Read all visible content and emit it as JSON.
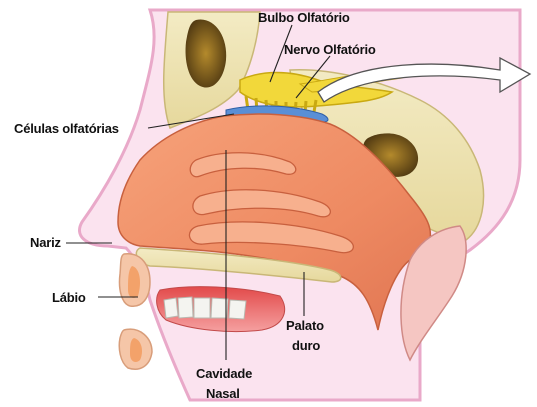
{
  "labels": {
    "bulbo": "Bulbo Olfatório",
    "nervo": "Nervo Olfatório",
    "celulas": "Células olfatórias",
    "nariz": "Nariz",
    "labio": "Lábio",
    "palato_line1": "Palato",
    "palato_line2": "duro",
    "cavidade_line1": "Cavidade",
    "cavidade_line2": "Nasal"
  },
  "colors": {
    "bone": "#efe4b0",
    "skin_outline": "#e9a9c9",
    "nasal_cavity": "#f2906a",
    "olfactory_bulb": "#f2d83a",
    "olfactory_epithelium": "#5a8fd6",
    "tissue_pink": "#f5c6c2"
  }
}
